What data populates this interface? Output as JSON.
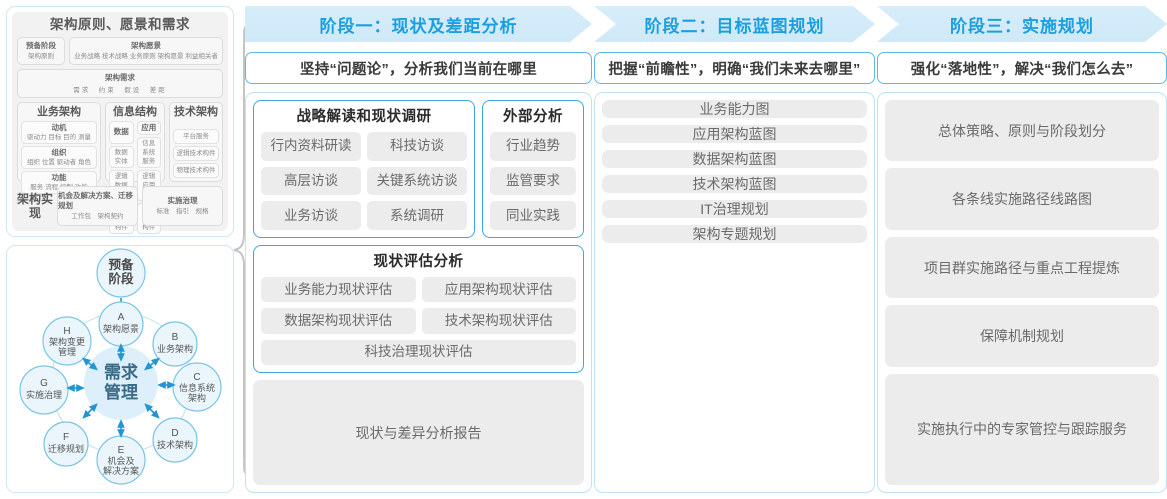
{
  "left_panel": {
    "togaf": {
      "title": "架构原则、愿景和需求",
      "prep": {
        "head": "预备阶段",
        "sub": "架构原则"
      },
      "vision": {
        "head": "架构愿景",
        "sub": "业务战略 技术战略 业务原则 架构愿景 利益相关者"
      },
      "requirements": {
        "head": "架构需求",
        "sub": "需求　约束　假设　差距"
      },
      "columns": [
        {
          "title": "业务架构",
          "blocks": [
            {
              "head": "动机",
              "sub": "驱动力 目标 目的 测量"
            },
            {
              "head": "组织",
              "sub": "组织 位置 驱动者 角色"
            },
            {
              "head": "功能",
              "sub": "服务 流程 控制 功能"
            }
          ]
        },
        {
          "title": "信息结构",
          "left_blocks": [
            {
              "head": "数据",
              "sub": ""
            },
            {
              "head": "",
              "sub": "数据实体"
            },
            {
              "head": "",
              "sub": "逻辑数据构件"
            },
            {
              "head": "",
              "sub": "物理数据构件"
            }
          ],
          "right_blocks": [
            {
              "head": "应用",
              "sub": ""
            },
            {
              "head": "",
              "sub": "信息系统服务"
            },
            {
              "head": "",
              "sub": "逻辑应用构件"
            },
            {
              "head": "",
              "sub": "物理应用构件"
            }
          ]
        },
        {
          "title": "技术架构",
          "blocks": [
            {
              "head": "",
              "sub": "平台服务"
            },
            {
              "head": "",
              "sub": "逻辑技术构件"
            },
            {
              "head": "",
              "sub": "物理技术构件"
            }
          ]
        }
      ],
      "bottom": {
        "label": "架构实现",
        "boxes": [
          {
            "head": "机会及解决方案、迁移规划",
            "sub": "工作包　架构契约"
          },
          {
            "head": "实施治理",
            "sub": "标准　指引　规格"
          }
        ]
      }
    },
    "cycle": {
      "top_node": "预备阶段",
      "center": "需求管理",
      "nodes": [
        {
          "key": "A",
          "label": "架构愿景"
        },
        {
          "key": "B",
          "label": "业务架构"
        },
        {
          "key": "C",
          "label": "信息系统架构"
        },
        {
          "key": "D",
          "label": "技术架构"
        },
        {
          "key": "E",
          "label": "机会及解决方案"
        },
        {
          "key": "F",
          "label": "迁移规划"
        },
        {
          "key": "G",
          "label": "实施治理"
        },
        {
          "key": "H",
          "label": "架构变更管理"
        }
      ]
    }
  },
  "phases": [
    {
      "header": "阶段一：现状及差距分析",
      "subtitle": "坚持“问题论”，分析我们当前在哪里",
      "groups": [
        {
          "title": "战略解读和现状调研",
          "items": [
            "行内资料研读",
            "科技访谈",
            "高层访谈",
            "关键系统访谈",
            "业务访谈",
            "系统调研"
          ]
        },
        {
          "title": "外部分析",
          "items": [
            "行业趋势",
            "监管要求",
            "同业实践"
          ]
        },
        {
          "title": "现状评估分析",
          "items": [
            "业务能力现状评估",
            "应用架构现状评估",
            "数据架构现状评估",
            "技术架构现状评估",
            "科技治理现状评估"
          ]
        }
      ],
      "report": "现状与差异分析报告"
    },
    {
      "header": "阶段二：目标蓝图规划",
      "subtitle": "把握“前瞻性”，明确“我们未来去哪里”",
      "items": [
        "业务能力图",
        "应用架构蓝图",
        "数据架构蓝图",
        "技术架构蓝图",
        "IT治理规划",
        "架构专题规划"
      ]
    },
    {
      "header": "阶段三：实施规划",
      "subtitle": "强化“落地性”，解决“我们怎么去”",
      "items": [
        "总体策略、原则与阶段划分",
        "各条线实施路径线路图",
        "项目群实施路径与重点工程提炼",
        "保障机制规划",
        "实施执行中的专家管控与跟踪服务"
      ]
    }
  ],
  "colors": {
    "accent_blue": "#1b9fe0",
    "header_bg": "#d7edfa",
    "panel_border": "#bfe2f4",
    "group_border": "#3da6de",
    "chip_bg": "#ececec",
    "chip_text": "#6a6a6a",
    "node_fill": "#eaf6fc",
    "node_stroke": "#7cc4e6",
    "arrow": "#2196d3",
    "brace": "#c4c4c4"
  }
}
